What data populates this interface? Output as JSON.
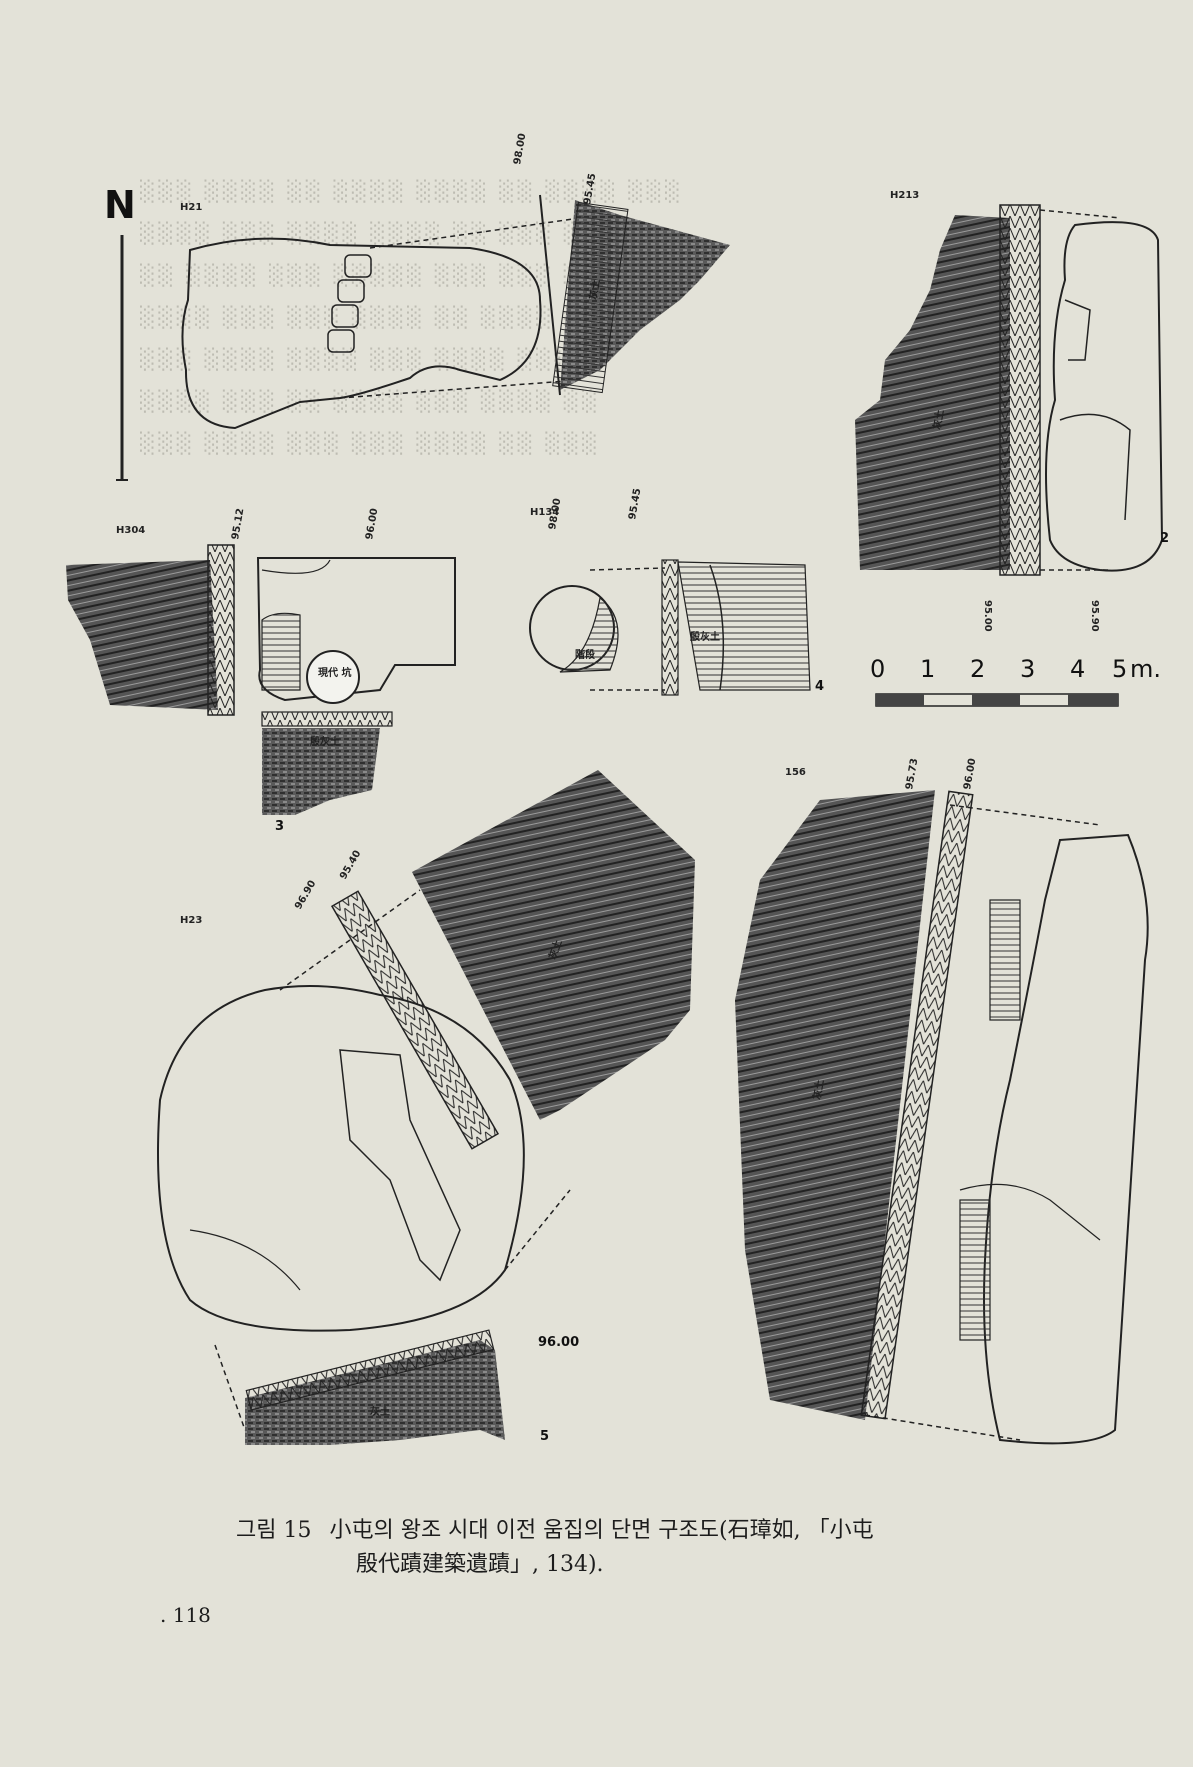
{
  "figure": {
    "north": "N",
    "panels": [
      {
        "id": "H21",
        "pit_label": "H21",
        "elevation_labels": [
          "98.00",
          "95.45"
        ],
        "fill_text": "灰土"
      },
      {
        "id": "H213",
        "pit_label": "H213",
        "number": "2",
        "elevation_labels": [
          "95.00",
          "95.90"
        ],
        "fill_text": "灰土"
      },
      {
        "id": "H304",
        "pit_label": "H304",
        "number": "3",
        "elevation_labels": [
          "95.12",
          "96.00"
        ],
        "fill_text": "殷灰土",
        "inner_text": "現代 坑"
      },
      {
        "id": "H134",
        "pit_label": "H134",
        "number": "4",
        "elevation_labels": [
          "98.00",
          "95.45"
        ],
        "fill_text": "殷灰土",
        "inner_text": "階段"
      },
      {
        "id": "H23",
        "pit_label": "H23",
        "number": "5",
        "elevation_labels": [
          "96.90",
          "95.40"
        ],
        "fill_text": "灰土",
        "elevation_note": "96.00"
      },
      {
        "id": "156",
        "pit_label": "156",
        "elevation_labels": [
          "95.73",
          "96.00"
        ],
        "fill_text": "灰土"
      }
    ],
    "scale": {
      "ticks": [
        "0",
        "1",
        "2",
        "3",
        "4",
        "5"
      ],
      "unit": "m."
    }
  },
  "caption": {
    "figure_no": "그림 15",
    "line1": "小屯의 왕조 시대 이전 움집의 단면 구조도(石璋如, 「小屯",
    "line2": "殷代蹟建築遺蹟」, 134)."
  },
  "page_number": ". 118",
  "colors": {
    "paper": "#e3e2d8",
    "ink": "#1d1d1d",
    "hatch": "#4a4a4a"
  }
}
